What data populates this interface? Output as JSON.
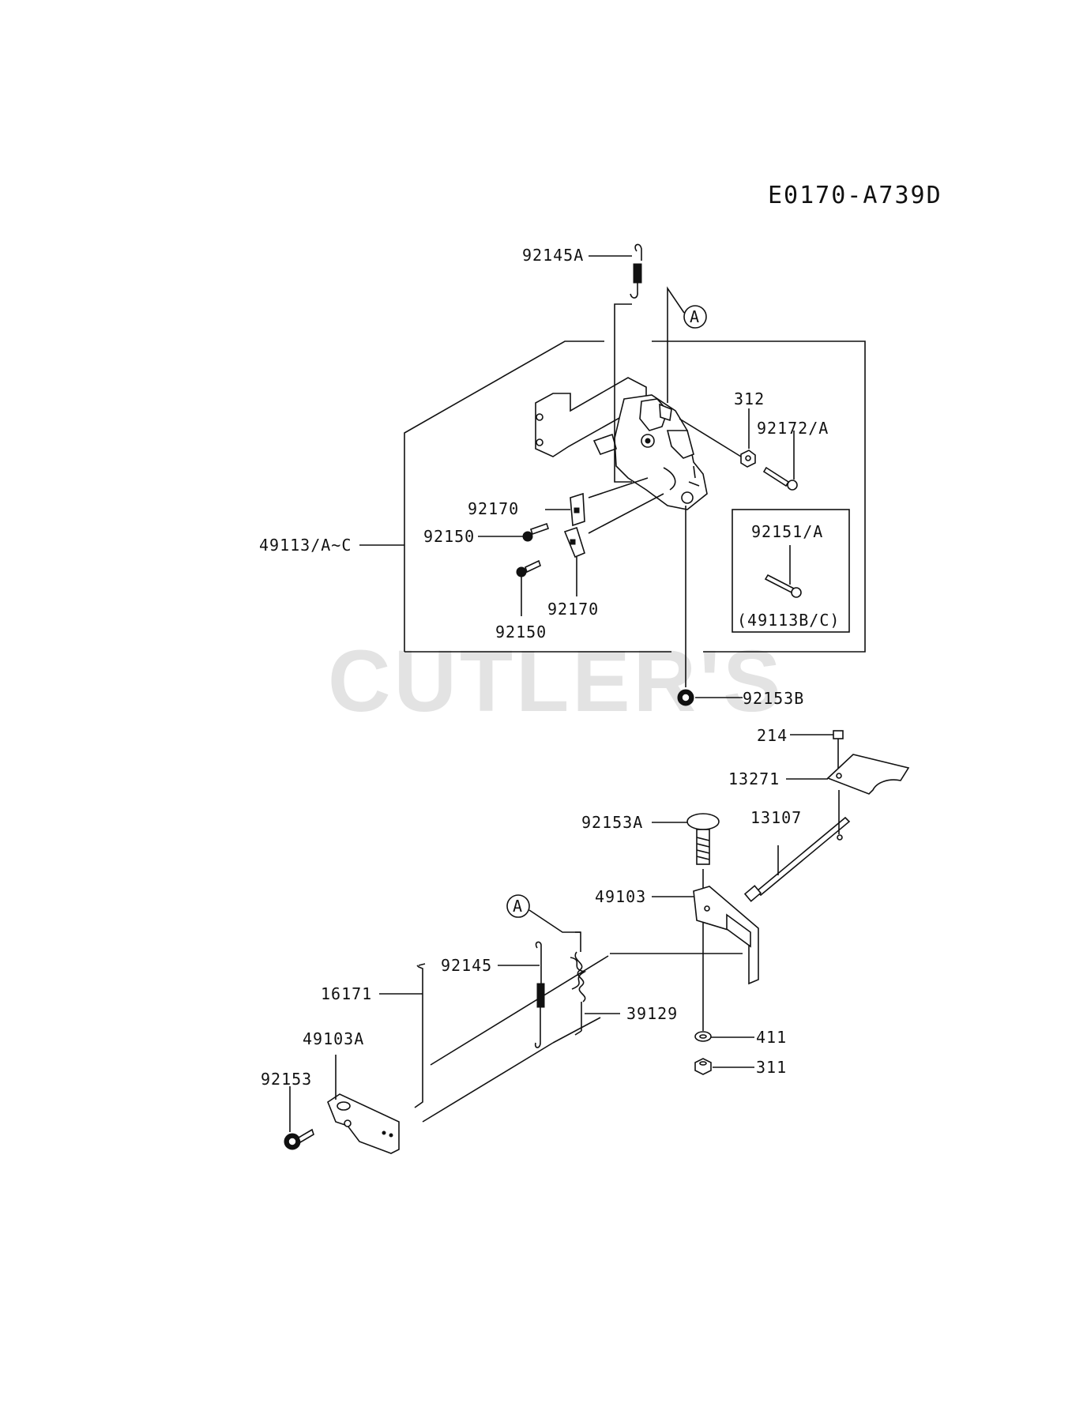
{
  "diagram_code": "E0170-A739D",
  "watermark": "CUTLER'S",
  "callout_a": "A",
  "box_note": "(49113B/C)",
  "parts": {
    "p92145A": "92145A",
    "p312": "312",
    "p92172A": "92172/A",
    "p92170a": "92170",
    "p92150a": "92150",
    "p49113": "49113/A~C",
    "p92151A": "92151/A",
    "p92170b": "92170",
    "p92150b": "92150",
    "p92153B": "92153B",
    "p214": "214",
    "p13271": "13271",
    "p92153A": "92153A",
    "p13107": "13107",
    "p49103": "49103",
    "p92145": "92145",
    "p16171": "16171",
    "p39129": "39129",
    "p49103A": "49103A",
    "p411": "411",
    "p92153": "92153",
    "p311": "311"
  }
}
